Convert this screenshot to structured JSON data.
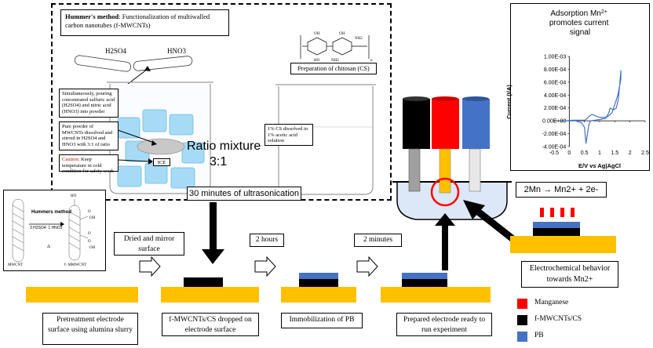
{
  "hummer_box": {
    "title_bold": "Hummer's method",
    "title_rest": ": Functionalization of multiwalled carbon nanotubes (f-MWCNTs)",
    "acid1": "H2SO4",
    "acid2": "HNO3",
    "note_pouring": "Simultaneously, pouring concentrated sulfuric acid (H2SO4) and nitric acid (HNO3) into powder",
    "note_powder": "Pure powder of MWCNTs dissolved and stirred in H2SO4 and HNO3 with 3:1 of ratio",
    "caution_label": "Caution:",
    "caution_text": " Keep temperature in cold condition for safety work",
    "ice_label": "ICE",
    "ratio_line1": "Ratio mixture",
    "ratio_line2": "3:1",
    "chitosan_label": "Preparation of chitosan (CS)",
    "cs_note": "1% CS dissolved in 1% acetic acid solution",
    "ultrasonication": "30 minutes of ultrasonication"
  },
  "hummers_scheme": {
    "method": "Hummers method",
    "reagents": "3 H2SO4: 1 HNO3",
    "delta": "Δ",
    "mwcnt": "MWCNT",
    "f_mwcnt": "f-  MMWCNT",
    "group_labels": [
      "HO",
      "O",
      "OH",
      "O",
      "O",
      "OH"
    ]
  },
  "steps": {
    "dried_mirror": "Dried and mirror surface",
    "two_hours": "2 hours",
    "two_minutes": "2 minutes",
    "pretreatment": "Pretreatment electrode surface using alumina slurry",
    "dropped": "f-MWCNTs/CS dropped on electrode surface",
    "immobilization": "Immobilization of PB",
    "prepared": "Prepared electrode ready to run experiment"
  },
  "reaction": {
    "text": "2Mn → Mn2+ + 2e-",
    "behavior": "Electrochemical behavior towards Mn2+"
  },
  "legend": {
    "items": [
      {
        "label": "Manganese",
        "color": "#FF0000"
      },
      {
        "label": "f-MWCNTs/CS",
        "color": "#000000"
      },
      {
        "label": "PB",
        "color": "#4472C4"
      }
    ]
  },
  "chart_data": {
    "type": "line",
    "title": "Adsorption Mn2+ promotes current signal",
    "xlabel": "E/V vs Ag|AgCl",
    "ylabel": "Current (I/A)",
    "xlim": [
      -0.5,
      2.5
    ],
    "ylim": [
      -0.0004,
      0.001
    ],
    "x_ticks": [
      "-0.5",
      "0",
      "0.5",
      "1",
      "1.5",
      "2",
      "2.5"
    ],
    "y_ticks": [
      "1.00E-03",
      "8.00E-04",
      "6.00E-04",
      "4.00E-04",
      "2.00E-04",
      "0.00E+00",
      "-2.00E-04",
      "-4.00E-04"
    ],
    "series": [
      {
        "color": "#4472C4",
        "x": [
          -0.2,
          0.2,
          0.4,
          0.5,
          0.55,
          0.6,
          0.65,
          0.7,
          0.85,
          1.0,
          1.2,
          1.3,
          1.35,
          1.45,
          1.55,
          1.62,
          1.7,
          1.7,
          1.6,
          1.5,
          1.4,
          1.25,
          1.1,
          0.95,
          0.85,
          0.75,
          0.65,
          0.55,
          0.5,
          0.45,
          0.3,
          0.1,
          -0.1,
          -0.2
        ],
        "y": [
          0.0,
          0.0,
          -3e-05,
          -0.0001,
          -0.00035,
          -0.0002,
          -5e-05,
          0.0,
          1e-05,
          2e-05,
          4e-05,
          0.00012,
          0.0002,
          0.00017,
          0.0002,
          0.00035,
          0.00078,
          0.00065,
          0.0004,
          0.00025,
          0.00012,
          6e-05,
          5e-05,
          6e-05,
          8e-05,
          0.0001,
          7e-05,
          2e-05,
          1e-05,
          1e-05,
          1e-05,
          1e-05,
          0.0,
          0.0
        ]
      }
    ]
  }
}
